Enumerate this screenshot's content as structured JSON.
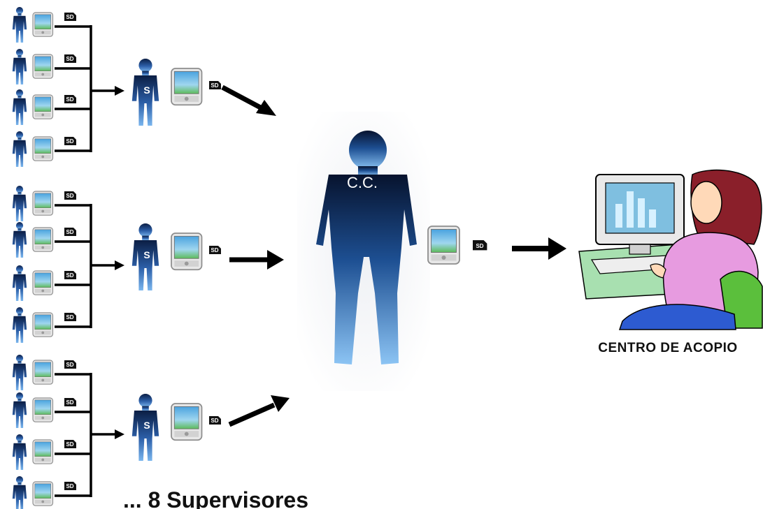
{
  "labels": {
    "sd": "SD",
    "supervisor": "S",
    "central": "C.C.",
    "collection_center": "CENTRO DE ACOPIO",
    "supervisors_note": "... 8 Supervisores"
  },
  "colors": {
    "figure_dark": "#0b1e44",
    "figure_light": "#6aa8e8",
    "arrow": "#000000",
    "screen": "#7fbfe0",
    "shirt": "#e79be0",
    "hair": "#8a1f2a",
    "chair": "#5bbf3c",
    "desk": "#a8e0b0"
  },
  "icons": [
    "person-icon",
    "handheld-device-icon",
    "sd-card-icon",
    "arrow-icon",
    "operator-computer-icon"
  ]
}
